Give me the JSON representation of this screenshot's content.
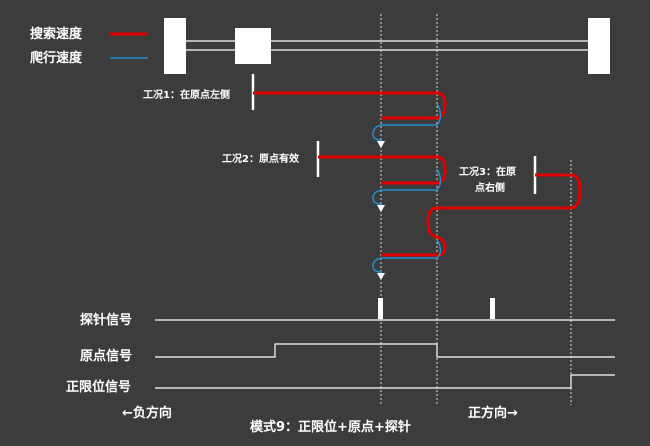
{
  "legend": {
    "search_speed": "搜索速度",
    "creep_speed": "爬行速度",
    "search_color": "#e00000",
    "creep_color": "#1e90d0"
  },
  "cases": {
    "case1": "工况1：在原点左侧",
    "case2": "工况2：原点有效",
    "case3_line1": "工况3：在原",
    "case3_line2": "点右侧"
  },
  "signals": {
    "probe": "探针信号",
    "origin": "原点信号",
    "positive_limit": "正限位信号"
  },
  "directions": {
    "negative": "←负方向",
    "positive": "正方向→"
  },
  "footer": {
    "mode": "模式9：正限位+原点+探针"
  },
  "colors": {
    "background": "#3c3c3c",
    "line": "#ffffff",
    "guide": "#d8d8d8"
  }
}
